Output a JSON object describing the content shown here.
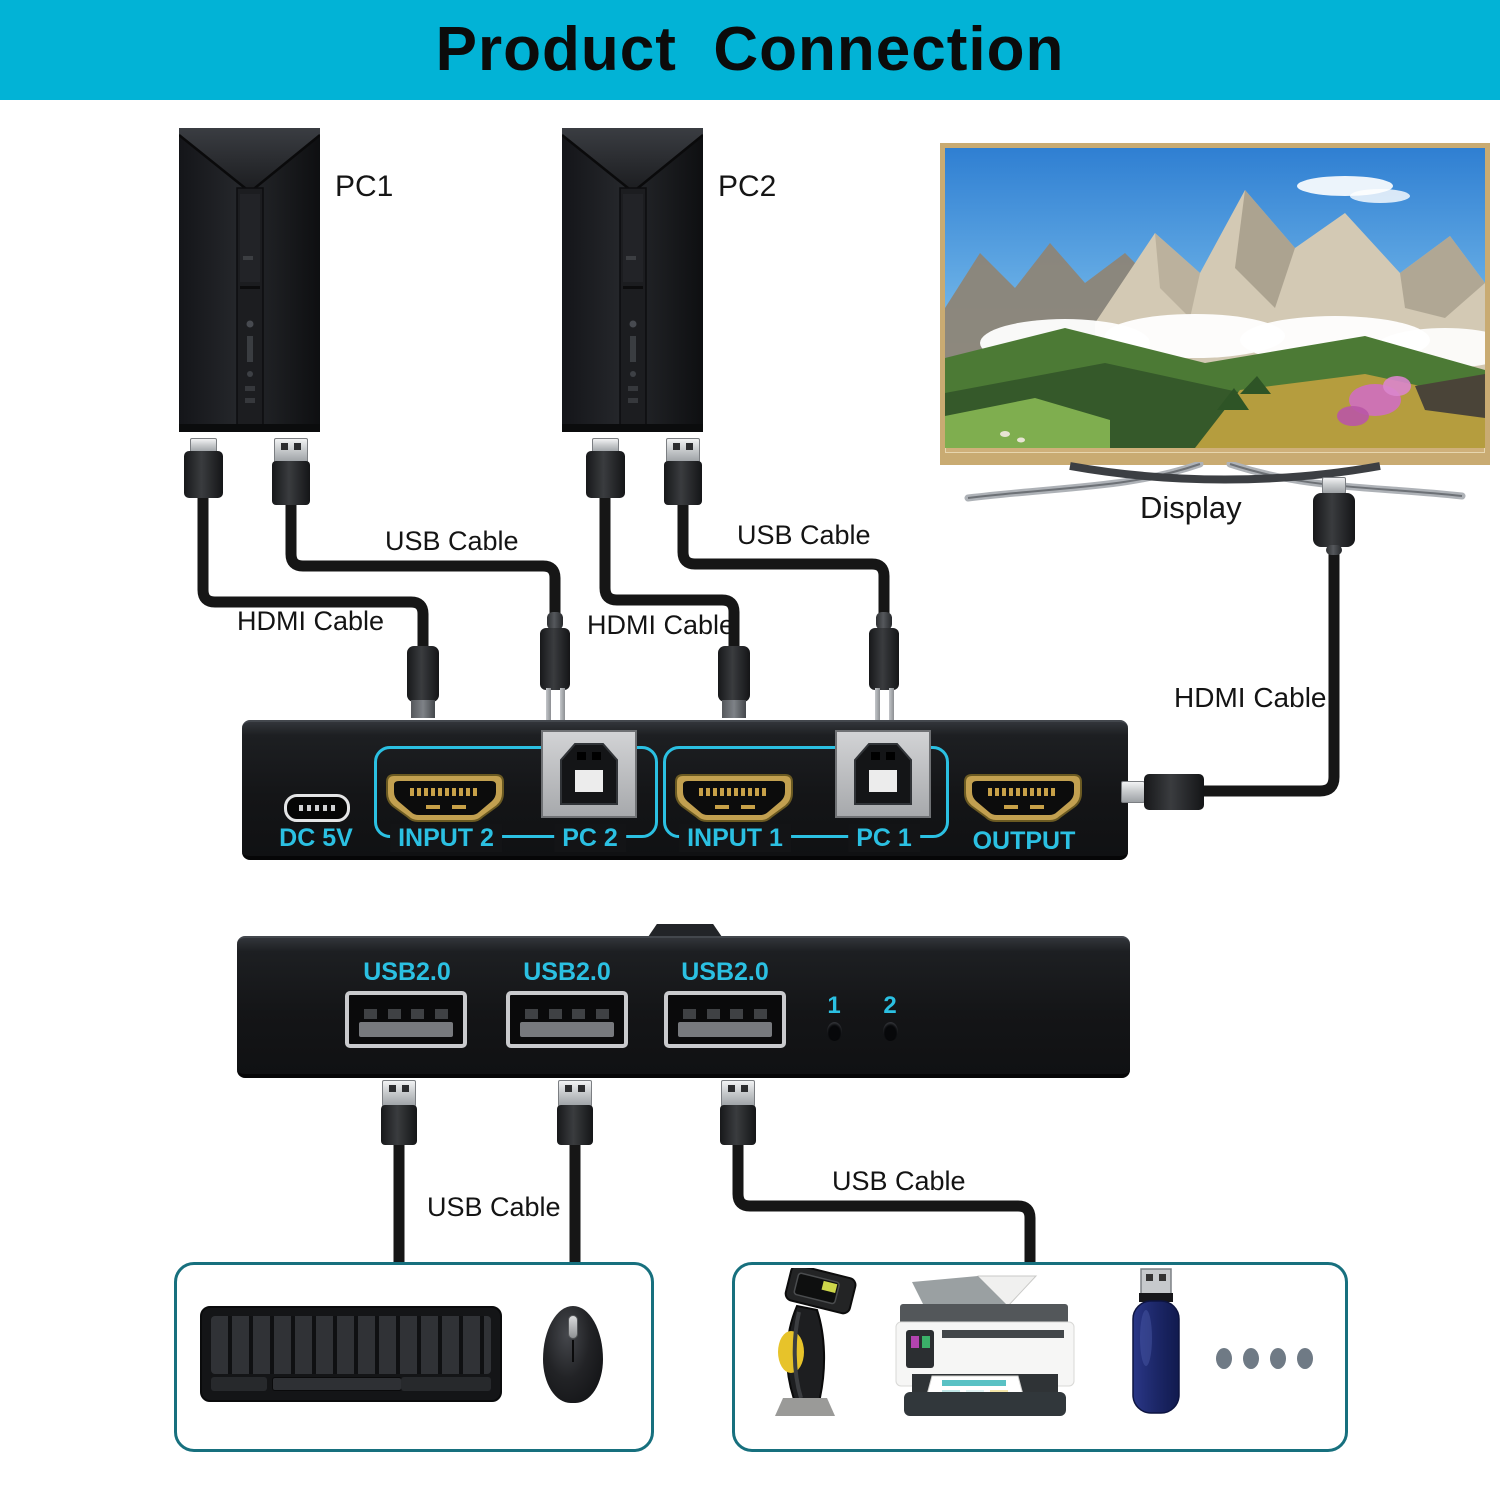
{
  "header": {
    "title": "Product  Connection"
  },
  "computers": {
    "pc1_label": "PC1",
    "pc2_label": "PC2"
  },
  "display_device": {
    "label": "Display"
  },
  "cable_labels": {
    "usb": "USB Cable",
    "hdmi": "HDMI Cable"
  },
  "kvm_front": {
    "power_port_label": "DC 5V",
    "input2_label": "INPUT 2",
    "pc2_port_label": "PC 2",
    "input1_label": "INPUT 1",
    "pc1_port_label": "PC 1",
    "output_label": "OUTPUT"
  },
  "kvm_back": {
    "usb_port_labels": [
      "USB2.0",
      "USB2.0",
      "USB2.0"
    ],
    "selector_buttons": [
      "1",
      "2"
    ]
  },
  "colors": {
    "header_bg": "#02b3d6",
    "accent_cyan": "#2bc0e2",
    "box_border_teal": "#17707e",
    "dot_gray": "#6f7a85"
  }
}
